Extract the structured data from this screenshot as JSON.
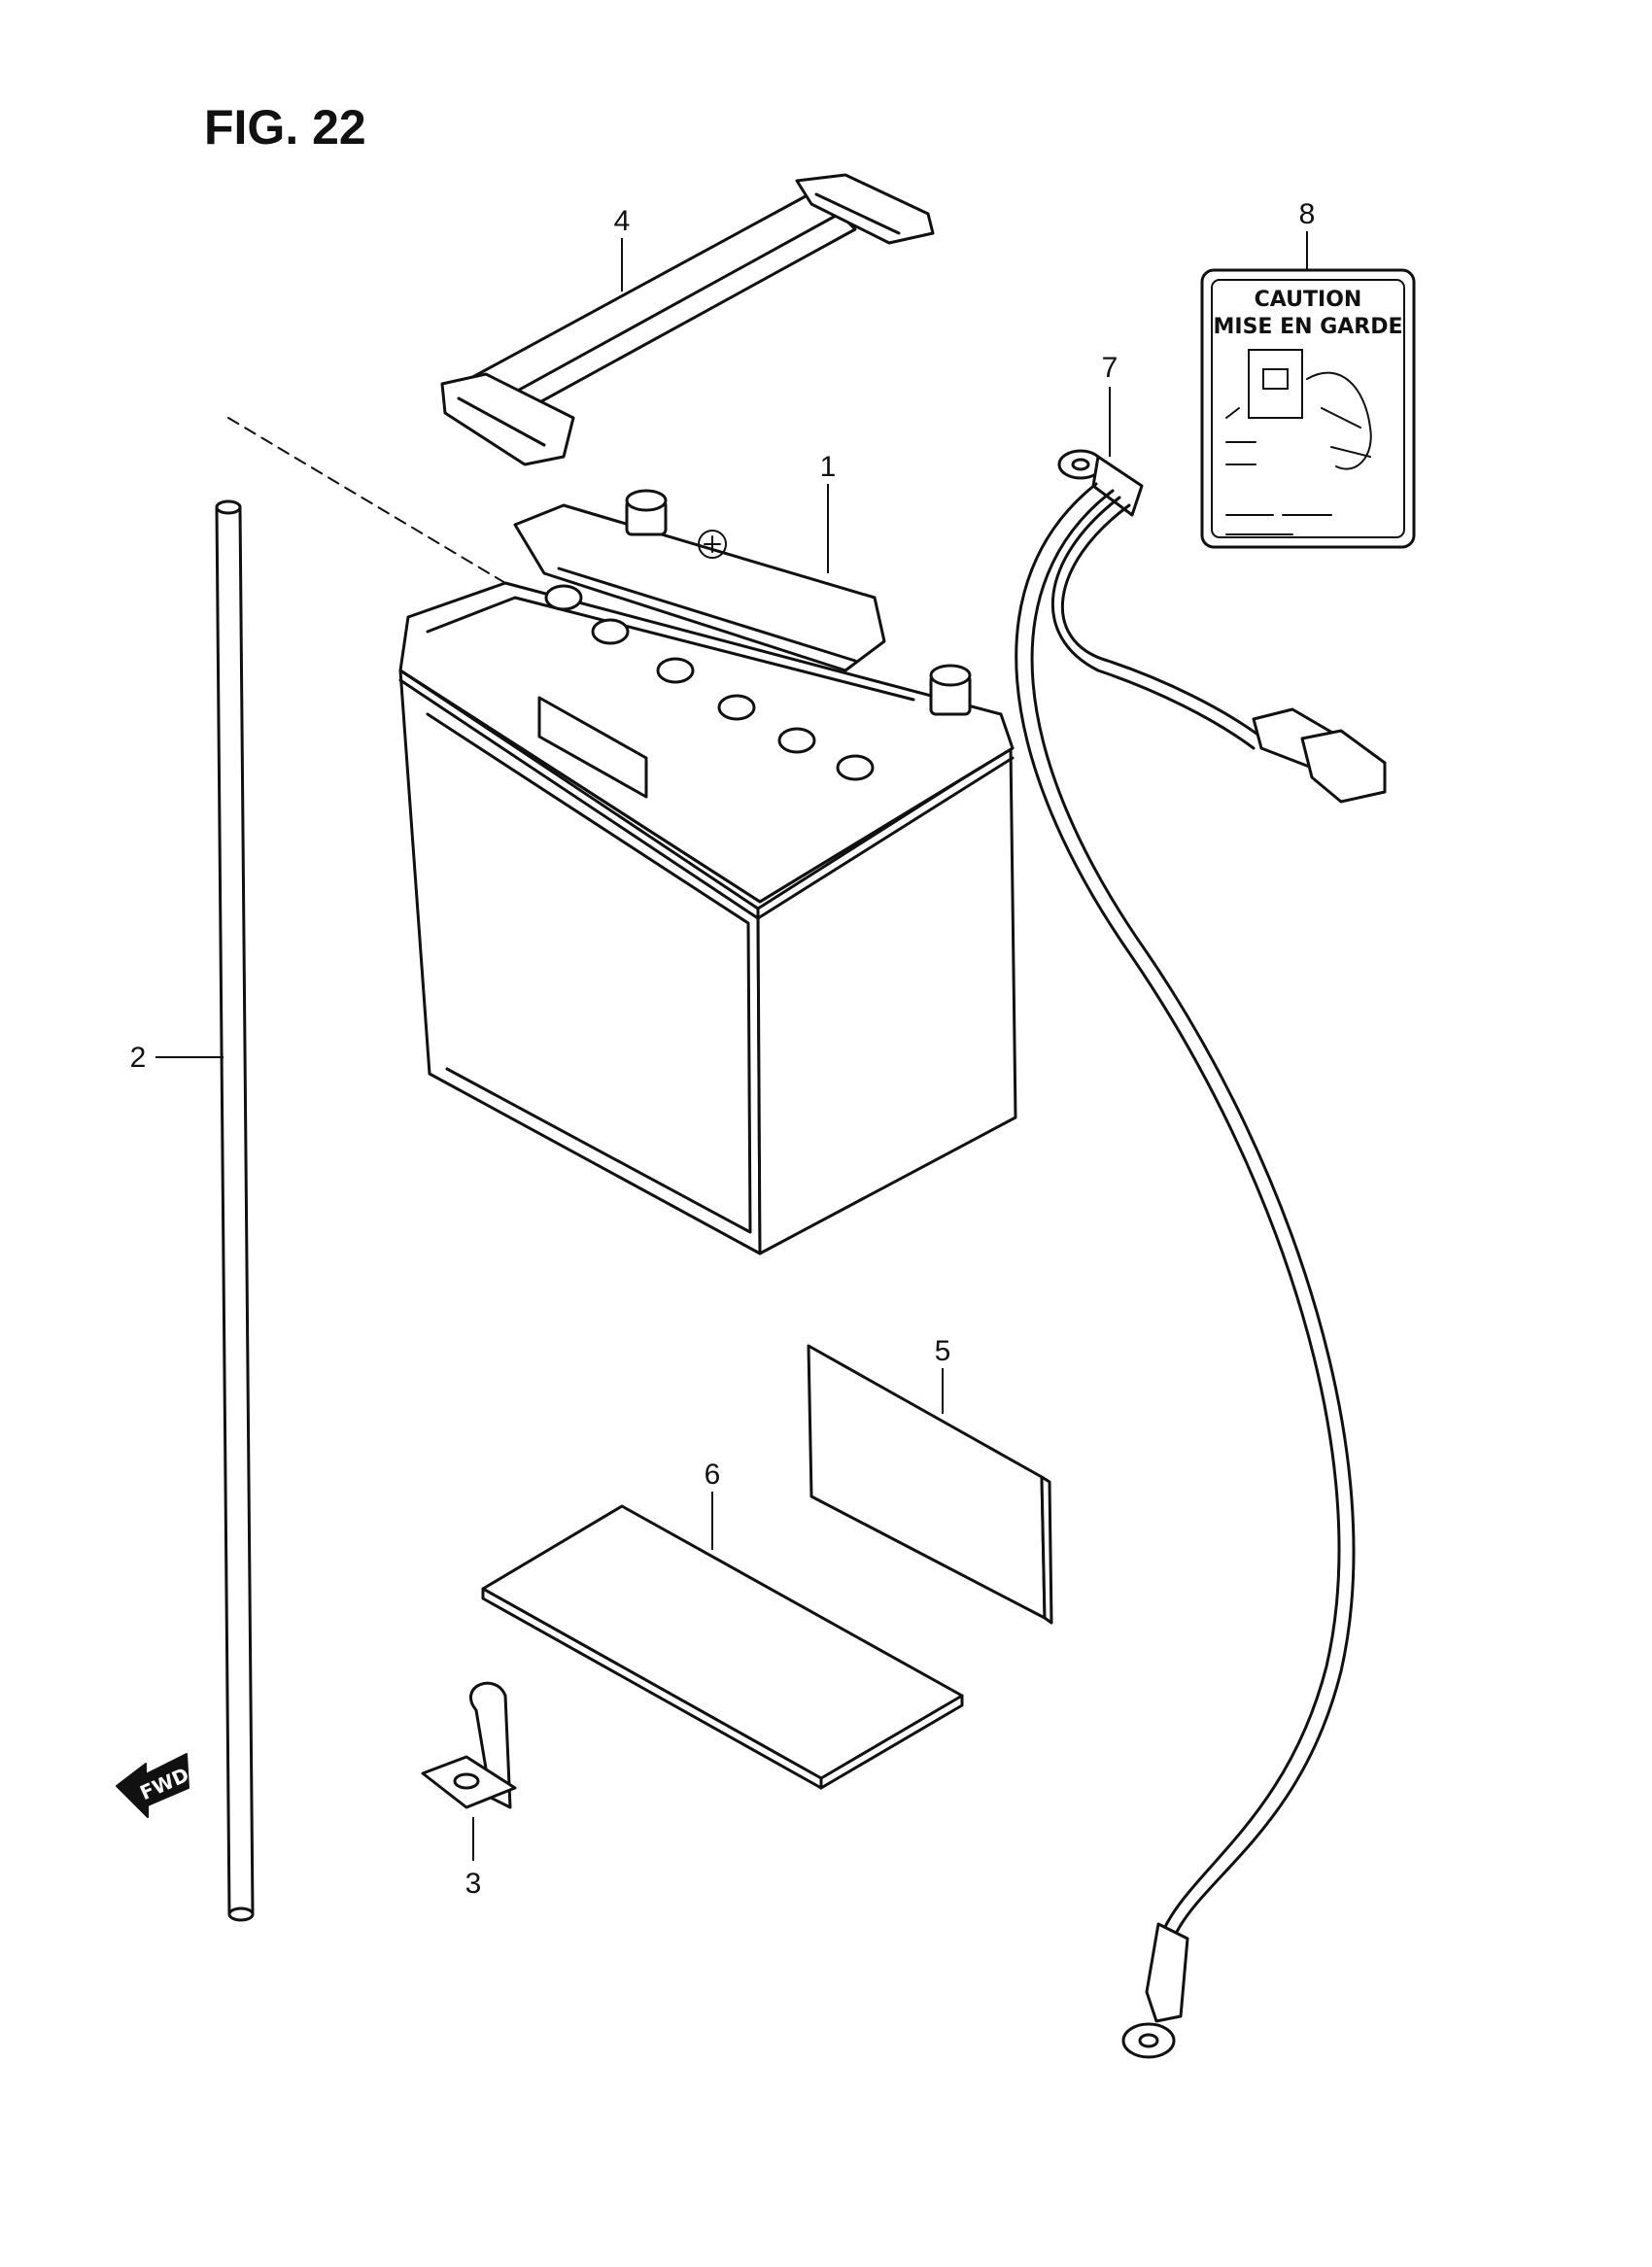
{
  "figure": {
    "title": "FIG. 22"
  },
  "parts": [
    {
      "number": "1",
      "icon": "battery"
    },
    {
      "number": "2",
      "icon": "breather-tube"
    },
    {
      "number": "3",
      "icon": "tube-clamp"
    },
    {
      "number": "4",
      "icon": "battery-band"
    },
    {
      "number": "5",
      "icon": "rubber-pad"
    },
    {
      "number": "6",
      "icon": "rubber-pad"
    },
    {
      "number": "7",
      "icon": "battery-lead-wire"
    },
    {
      "number": "8",
      "icon": "caution-label"
    }
  ],
  "caution_label": {
    "line1": "CAUTION",
    "line2": "MISE EN GARDE"
  },
  "direction_arrow": {
    "label": "FWD"
  }
}
